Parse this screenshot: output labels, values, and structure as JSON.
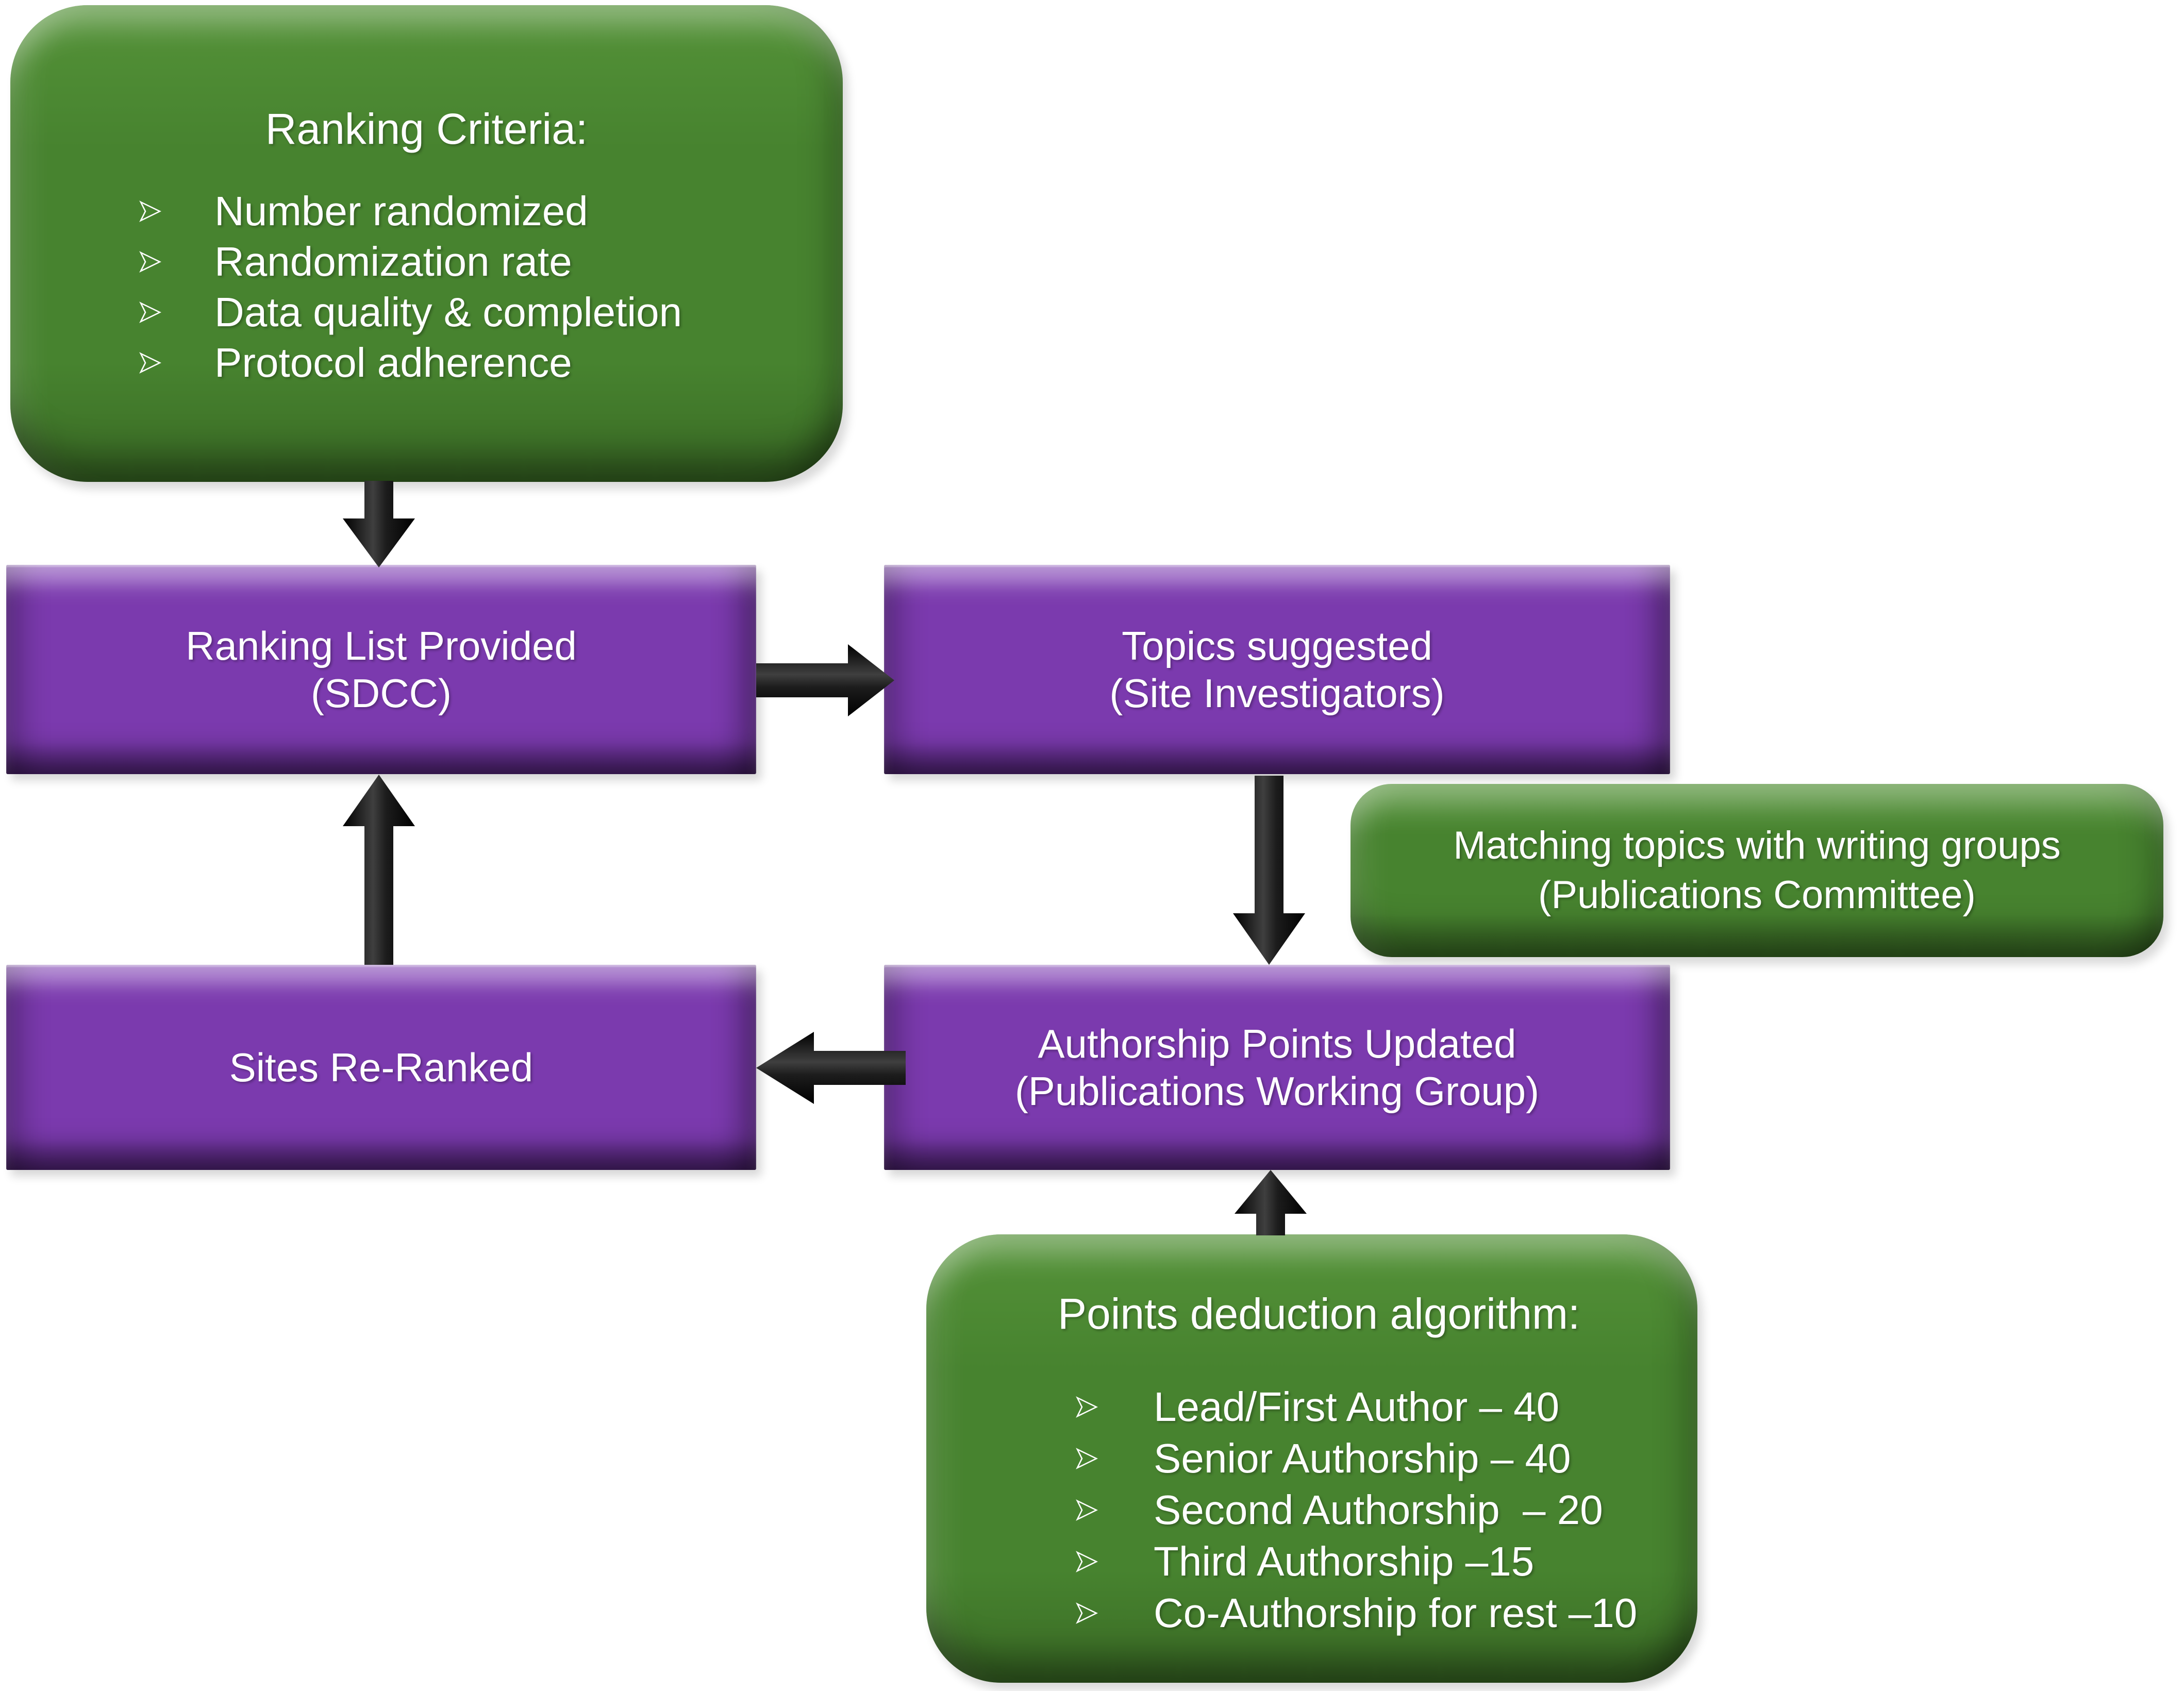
{
  "page": {
    "background": "#ffffff"
  },
  "colors": {
    "green_box": "#47832f",
    "purple_box": "#7b3aae",
    "arrow": "#0a0a0a",
    "text": "#ffffff"
  },
  "icons": {
    "bullet_icon": "➢"
  },
  "boxes": {
    "ranking_criteria": {
      "title": "Ranking Criteria:",
      "items": [
        "Number randomized",
        "Randomization rate",
        "Data quality & completion",
        "Protocol adherence"
      ]
    },
    "ranking_list": {
      "line1": "Ranking List Provided",
      "line2": "(SDCC)"
    },
    "topics_suggested": {
      "line1": "Topics suggested",
      "line2": "(Site Investigators)"
    },
    "matching_topics": {
      "line1": "Matching topics with writing groups",
      "line2": "(Publications Committee)"
    },
    "sites_reranked": {
      "line1": "Sites Re-Ranked"
    },
    "authorship_points": {
      "line1": "Authorship Points Updated",
      "line2": "(Publications Working Group)"
    },
    "points_deduction": {
      "title": "Points deduction algorithm:",
      "items": [
        "Lead/First Author – 40",
        "Senior Authorship – 40",
        "Second Authorship  – 20",
        "Third Authorship –15",
        "Co-Authorship for rest –10"
      ]
    }
  }
}
